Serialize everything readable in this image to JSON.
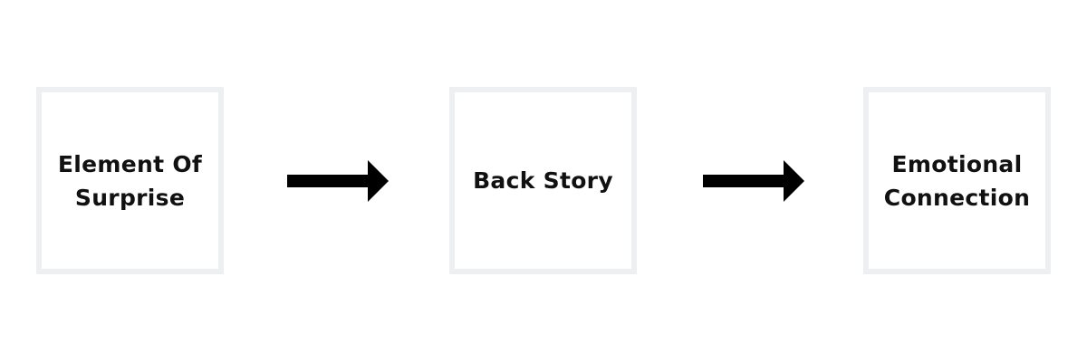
{
  "colors": {
    "box_border": "#eeeff1",
    "text": "#111111",
    "arrow": "#000000",
    "background": "#ffffff"
  },
  "steps": [
    {
      "label": "Element Of Surprise"
    },
    {
      "label": "Back Story"
    },
    {
      "label": "Emotional Connection"
    }
  ],
  "arrows": [
    {
      "icon": "right-arrow-icon"
    },
    {
      "icon": "right-arrow-icon"
    }
  ]
}
